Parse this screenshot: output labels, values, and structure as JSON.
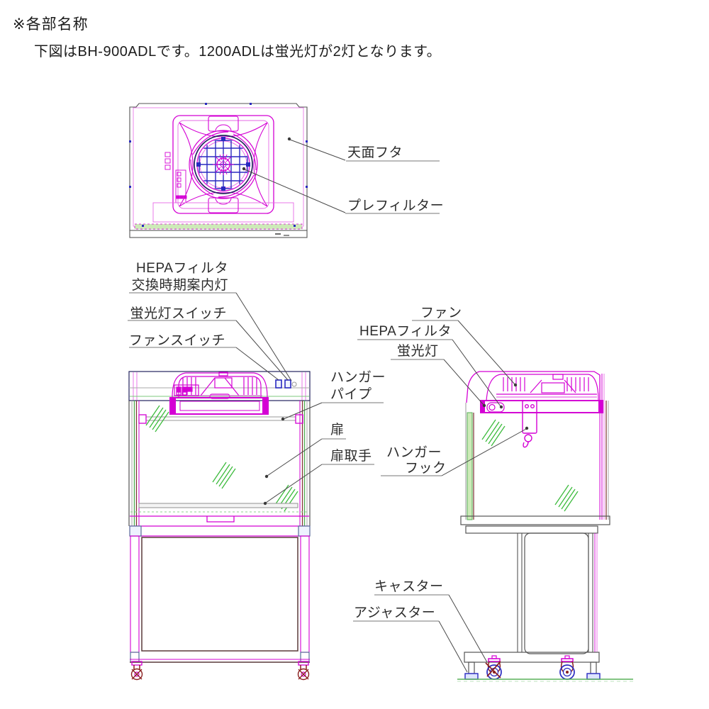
{
  "header": {
    "title": "※各部名称",
    "subtitle": "下図はBH-900ADLです。1200ADLは蛍光灯が2灯となります。"
  },
  "labels": {
    "top_view": {
      "top_cover": "天面フタ",
      "pre_filter": "プレフィルター"
    },
    "front_view": {
      "hepa_indicator_l1": "HEPAフィルタ",
      "hepa_indicator_l2": "交換時期案内灯",
      "fluorescent_switch": "蛍光灯スイッチ",
      "fan_switch": "ファンスイッチ",
      "hanger_pipe_l1": "ハンガー",
      "hanger_pipe_l2": "パイプ",
      "door": "扉",
      "door_handle": "扉取手"
    },
    "side_view": {
      "fan": "ファン",
      "hepa_filter": "HEPAフィルタ",
      "fluorescent_lamp": "蛍光灯",
      "hanger_hook_l1": "ハンガー",
      "hanger_hook_l2": "フック",
      "caster": "キャスター",
      "adjuster": "アジャスター"
    }
  },
  "colors": {
    "line_magenta": "#d400d4",
    "line_navy": "#23235f",
    "line_blue": "#2929c0",
    "line_green": "#3dbb3d",
    "fill_light_green": "#cdeab8",
    "line_maroon": "#7b3030",
    "line_darkred": "#8a1f1f",
    "leader": "#4a4a4a"
  }
}
